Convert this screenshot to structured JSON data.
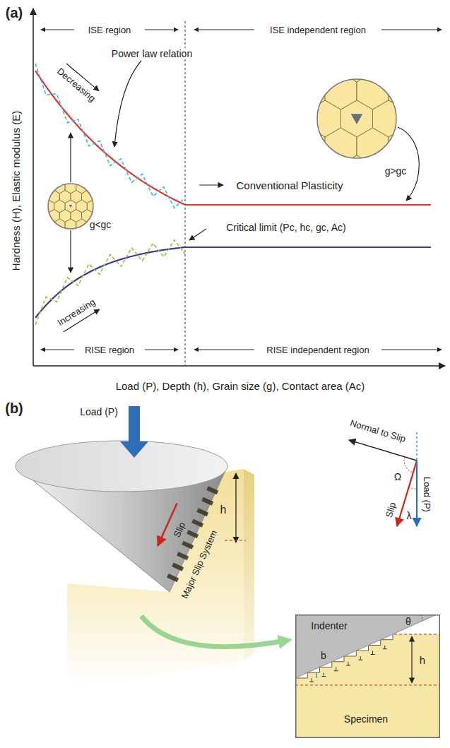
{
  "diagram": {
    "nodes": [
      {
        "text": [
          "Indenter",
          "θ",
          "b",
          "h",
          "Specimen"
        ]
      }
    ],
    "labels": [
      "(a)",
      "ISE region",
      "ISE independent region",
      "Decreasing",
      "Power law relation",
      "Conventional Plasticity",
      "g>gc",
      "g<gc",
      "Critical limit (Pc, hc, gc, Ac)",
      "Increasing",
      "RISE region",
      "RISE independent region",
      "Hardness (H), Elastic modulus (E)",
      "Load (P), Depth (h), Grain size (g), Contact area (Ac)",
      "(b)",
      "Load (P)",
      "Normal to Slip",
      "Ω",
      "λ",
      "Slip",
      "Load (P)",
      "h",
      "Slip",
      "Major Slip System"
    ]
  }
}
